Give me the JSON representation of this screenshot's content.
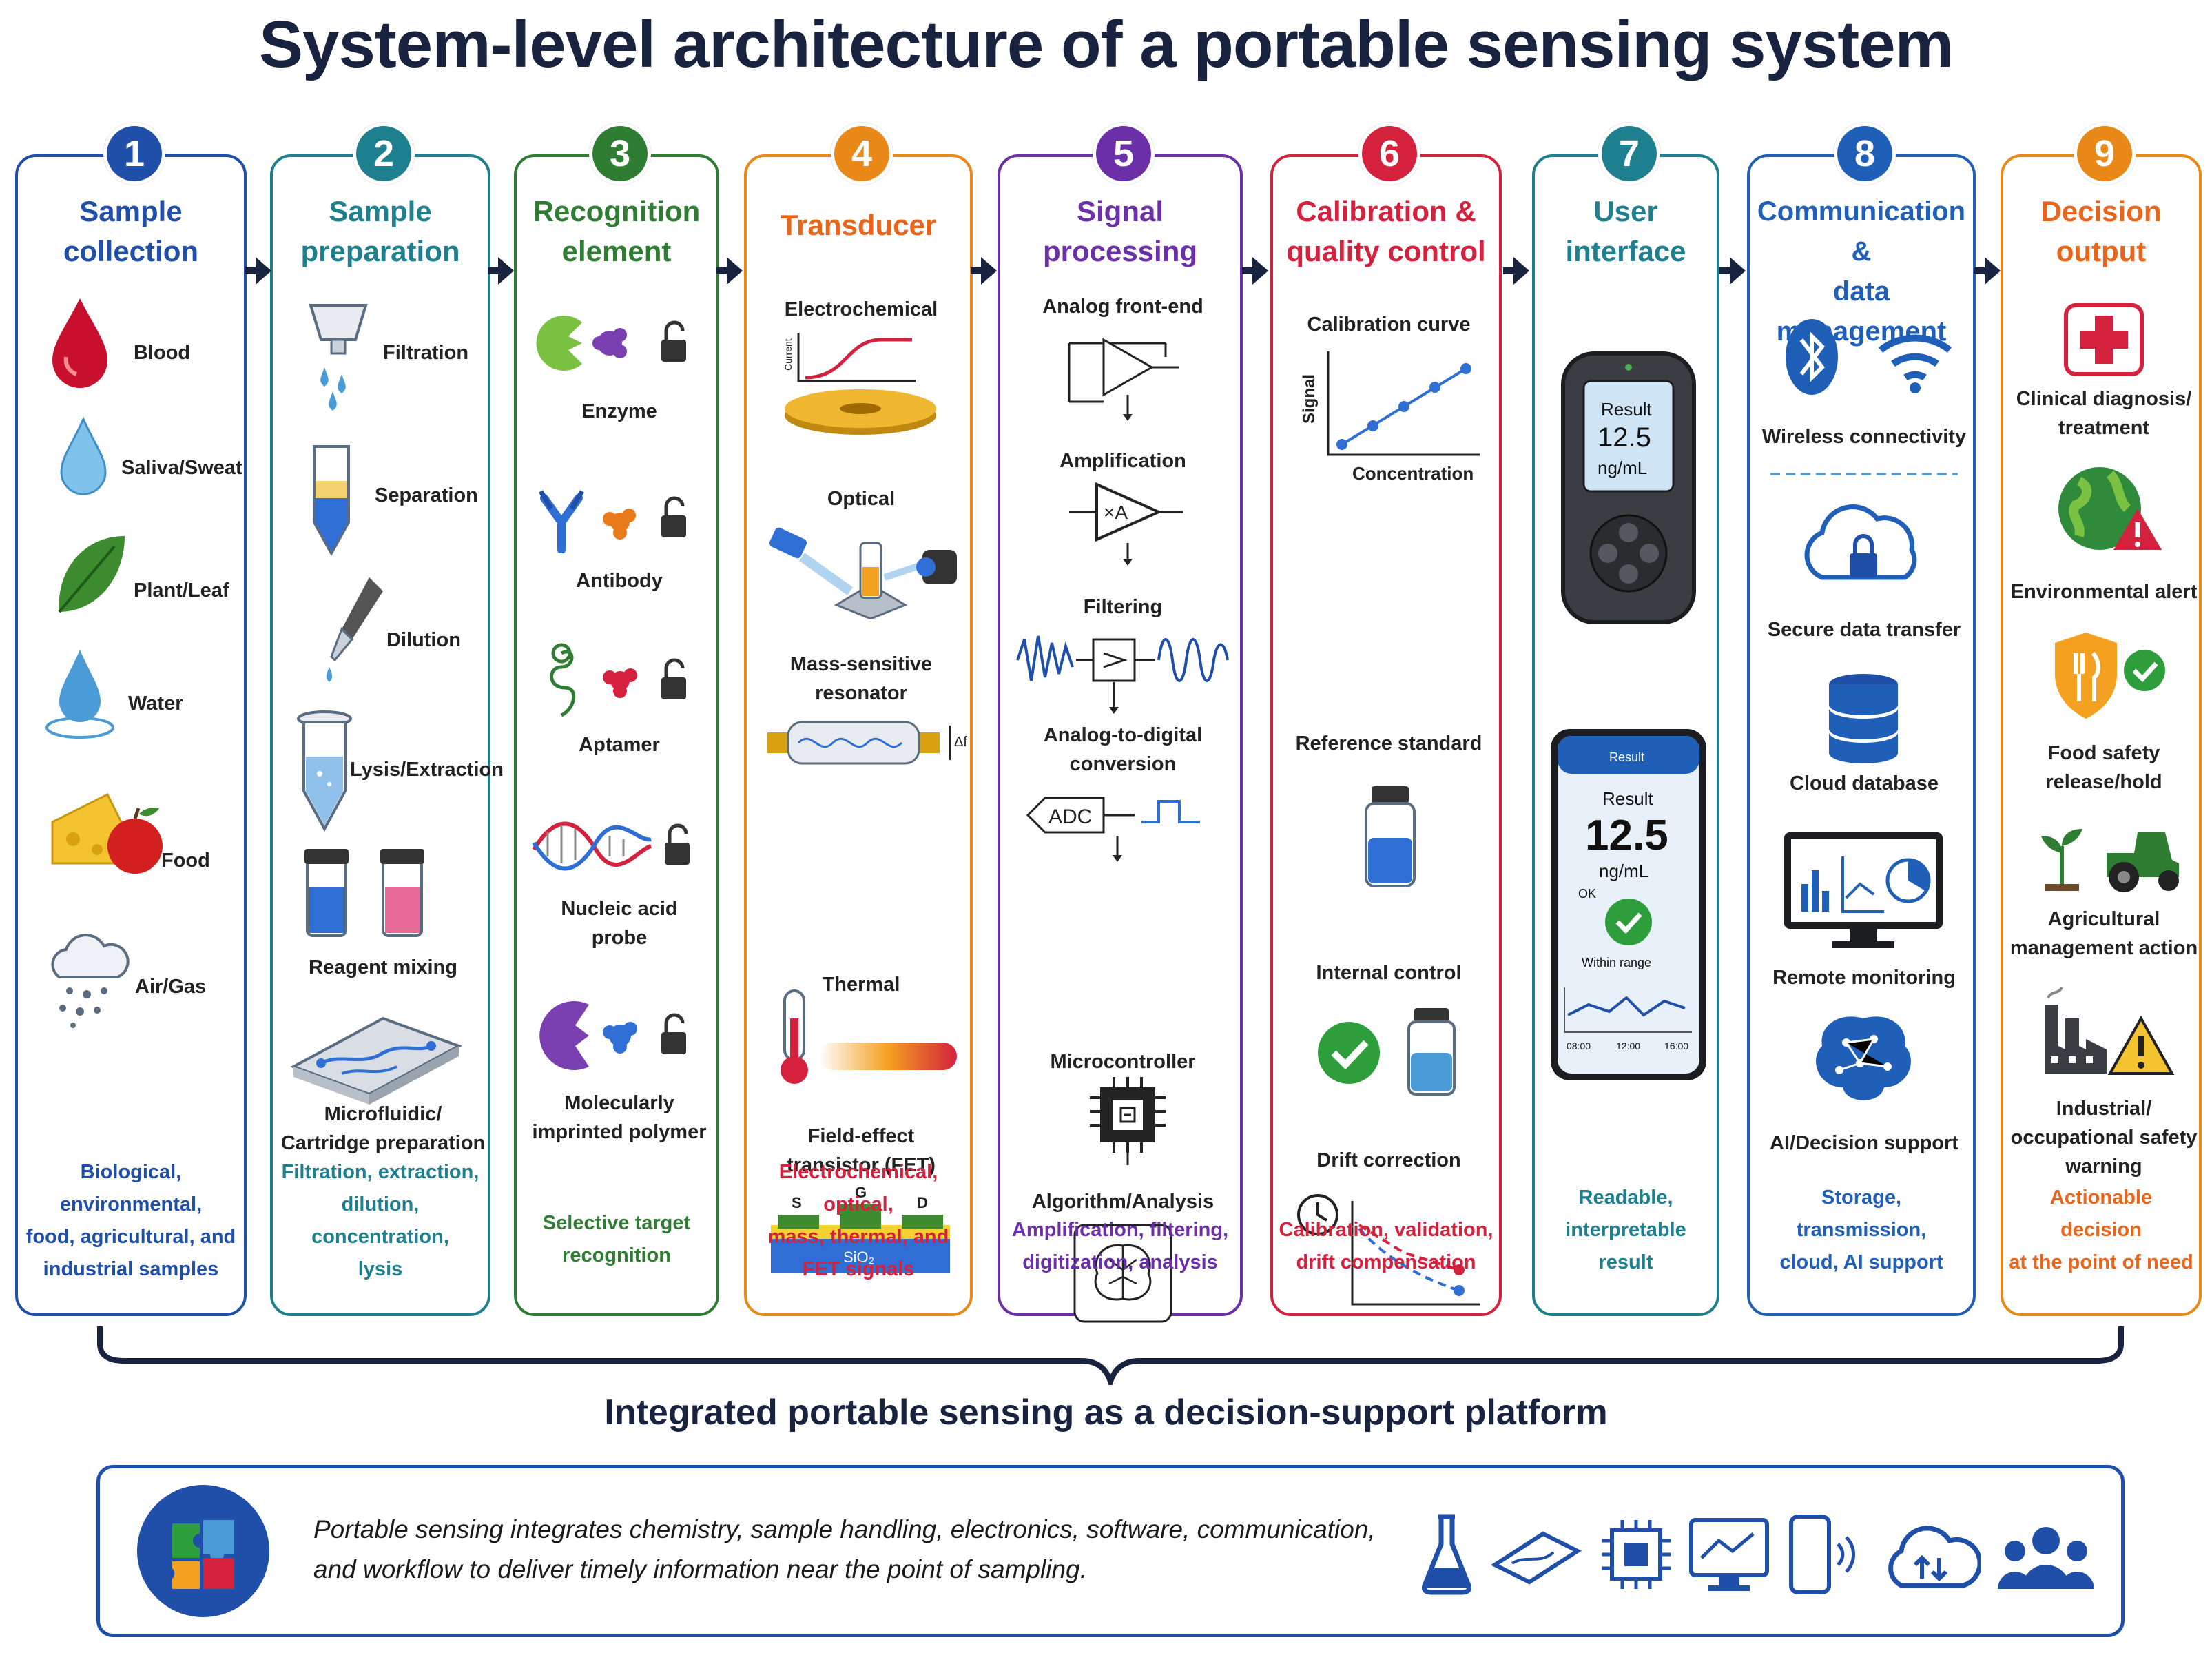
{
  "title": "System-level architecture of a portable sensing system",
  "columns": [
    {
      "num": "1",
      "title_l1": "Sample",
      "title_l2": "collection",
      "color": "#1f4fa8",
      "items": [
        "Blood",
        "Saliva/Sweat",
        "Plant/Leaf",
        "Water",
        "Food",
        "Air/Gas"
      ],
      "footer": [
        "Biological, environmental,",
        "food, agricultural, and",
        "industrial samples"
      ]
    },
    {
      "num": "2",
      "title_l1": "Sample",
      "title_l2": "preparation",
      "color": "#1e7f8f",
      "items": [
        "Filtration",
        "Separation",
        "Dilution",
        "Lysis/Extraction",
        "Reagent mixing",
        "Microfluidic/",
        "Cartridge preparation"
      ],
      "footer": [
        "Filtration, extraction,",
        "dilution, concentration,",
        "lysis"
      ]
    },
    {
      "num": "3",
      "title_l1": "Recognition",
      "title_l2": "element",
      "color": "#2f7d32",
      "items": [
        "Enzyme",
        "Antibody",
        "Aptamer",
        "Nucleic acid",
        "probe",
        "Molecularly",
        "imprinted polymer"
      ],
      "footer": [
        "Selective target",
        "recognition"
      ]
    },
    {
      "num": "4",
      "title_l1": "Transducer",
      "title_l2": "",
      "color": "#e8891a",
      "items": [
        "Electrochemical",
        "Optical",
        "Mass-sensitive",
        "resonator",
        "Thermal",
        "Field-effect",
        "transistor (FET)"
      ],
      "footer": [
        "Electrochemical, optical,",
        "mass, thermal, and",
        "FET signals"
      ]
    },
    {
      "num": "5",
      "title_l1": "Signal",
      "title_l2": "processing",
      "color": "#6b2fa8",
      "items": [
        "Analog front-end",
        "Amplification",
        "Filtering",
        "Analog-to-digital",
        "conversion",
        "Microcontroller",
        "Algorithm/Analysis"
      ],
      "footer": [
        "Amplification, filtering,",
        "digitization, analysis"
      ]
    },
    {
      "num": "6",
      "title_l1": "Calibration &",
      "title_l2": "quality control",
      "color": "#d4213d",
      "items": [
        "Calibration curve",
        "Reference standard",
        "Internal control",
        "Drift correction"
      ],
      "footer": [
        "Calibration, validation,",
        "drift compensation"
      ]
    },
    {
      "num": "7",
      "title_l1": "User",
      "title_l2": "interface",
      "color": "#1e7f8f",
      "items": [],
      "footer": [
        "Readable,",
        "interpretable result"
      ]
    },
    {
      "num": "8",
      "title_l1": "Communication &",
      "title_l2": "data management",
      "color": "#1f5fb8",
      "items": [
        "Wireless connectivity",
        "Secure data transfer",
        "Cloud database",
        "Remote monitoring",
        "AI/Decision support"
      ],
      "footer": [
        "Storage, transmission,",
        "cloud, AI support"
      ]
    },
    {
      "num": "9",
      "title_l1": "Decision",
      "title_l2": "output",
      "color": "#e8651a",
      "items": [
        "Clinical diagnosis/",
        "treatment",
        "Environmental alert",
        "Food safety",
        "release/hold",
        "Agricultural",
        "management action",
        "Industrial/",
        "occupational safety",
        "warning"
      ],
      "footer": [
        "Actionable decision",
        "at the point of need"
      ]
    }
  ],
  "misc": {
    "chart_signal": "Signal",
    "chart_concentration": "Concentration",
    "chart_current": "Current",
    "adc": "ADC",
    "xa": "×A",
    "delta_f": "Δf",
    "s": "S",
    "g": "G",
    "d": "D",
    "sio2": "SiO₂",
    "meter_result": "Result",
    "meter_value": "12.5",
    "meter_unit": "ng/mL",
    "phone_header": "Result",
    "phone_result": "Result",
    "phone_value": "12.5",
    "phone_unit": "ng/mL",
    "phone_ok": "OK",
    "phone_status": "Within range",
    "phone_t1": "08:00",
    "phone_t2": "12:00",
    "phone_t3": "16:00"
  },
  "platform_title": "Integrated portable sensing as a decision-support platform",
  "summary_line1": "Portable sensing integrates chemistry, sample handling, electronics, software, communication,",
  "summary_line2": "and workflow to deliver timely information near the point of sampling.",
  "footer_icons": [
    "flask-icon",
    "cartridge-icon",
    "chip-icon",
    "monitor-icon",
    "phone-signal-icon",
    "cloud-sync-icon",
    "users-icon"
  ]
}
